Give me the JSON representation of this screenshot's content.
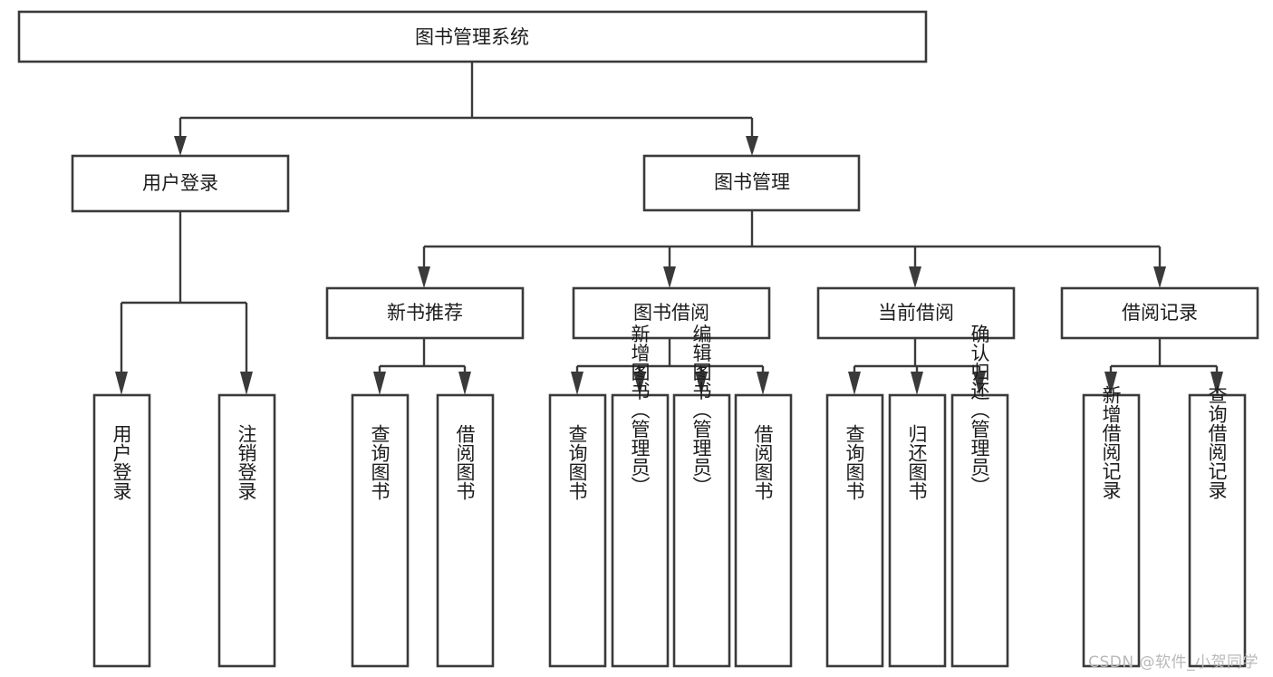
{
  "diagram": {
    "type": "tree-hierarchy-chart",
    "title": "图书管理系统",
    "background_color": "#ffffff",
    "box_stroke_color": "#3a3a3a",
    "text_color": "#1c1c1c",
    "levels": {
      "level1": "root",
      "level2": "modules",
      "level3": "submodules",
      "level4": "functions"
    },
    "root": {
      "label": "图书管理系统",
      "orientation": "horizontal"
    },
    "modules": [
      {
        "label": "用户登录",
        "orientation": "horizontal"
      },
      {
        "label": "图书管理",
        "orientation": "horizontal"
      }
    ],
    "submodules": [
      {
        "label": "新书推荐",
        "orientation": "horizontal",
        "parent": "图书管理"
      },
      {
        "label": "图书借阅",
        "orientation": "horizontal",
        "parent": "图书管理"
      },
      {
        "label": "当前借阅",
        "orientation": "horizontal",
        "parent": "图书管理"
      },
      {
        "label": "借阅记录",
        "orientation": "horizontal",
        "parent": "图书管理"
      }
    ],
    "leaves": {
      "user_login": [
        {
          "label": "用户登录",
          "orientation": "vertical"
        },
        {
          "label": "注销登录",
          "orientation": "vertical"
        }
      ],
      "new_book_recommend": [
        {
          "label": "查询图书",
          "orientation": "vertical"
        },
        {
          "label": "借阅图书",
          "orientation": "vertical"
        }
      ],
      "book_borrow": [
        {
          "label": "查询图书",
          "orientation": "vertical"
        },
        {
          "label": "新增图书（管理员）",
          "orientation": "vertical"
        },
        {
          "label": "编辑图书（管理员）",
          "orientation": "vertical"
        },
        {
          "label": "借阅图书",
          "orientation": "vertical"
        }
      ],
      "current_borrow": [
        {
          "label": "查询图书",
          "orientation": "vertical"
        },
        {
          "label": "归还图书",
          "orientation": "vertical"
        },
        {
          "label": "确认归还（管理员）",
          "orientation": "vertical"
        }
      ],
      "borrow_record": [
        {
          "label": "新增借阅记录",
          "orientation": "vertical"
        },
        {
          "label": "查询借阅记录",
          "orientation": "vertical"
        }
      ]
    }
  },
  "watermark": {
    "text": "CSDN @软件_小贺同学",
    "color": "#b9b9b9"
  }
}
